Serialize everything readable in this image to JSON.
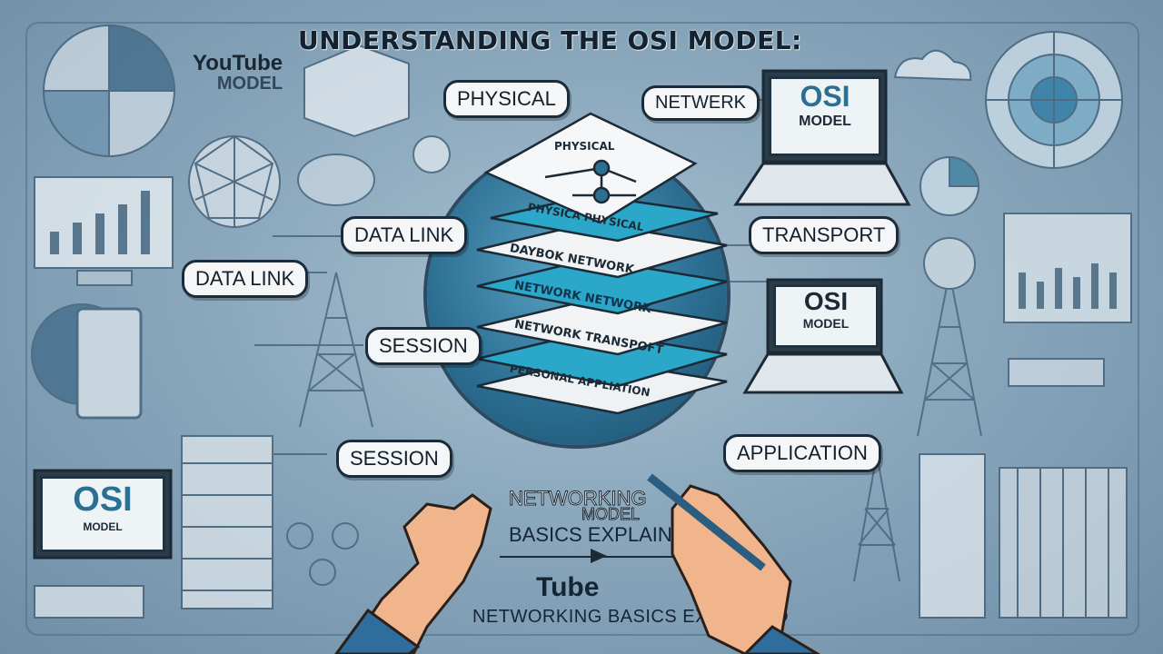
{
  "title": "UNDERSTANDING THE OSI MODEL:",
  "youtube_tag": {
    "line1": "YouTube",
    "line2": "MODEL"
  },
  "labels": {
    "physical_pill": "PHYSICAL",
    "network_pill": "NETWERK",
    "data_link_pill_1": "DATA LINK",
    "data_link_pill_2": "DATA LINK",
    "transport_pill": "TRANSPORT",
    "session_pill_1": "SESSION",
    "session_pill_2": "SESSION",
    "application_pill": "APPLICATION"
  },
  "stack_layers": [
    {
      "text": "PHYSICAL"
    },
    {
      "text": "PHYSICA  PHYSICAL"
    },
    {
      "text": "DAYBOK  NETWORK"
    },
    {
      "text": "NETWORK  NETWORK"
    },
    {
      "text": "NETWORK  TRANSPOFT"
    },
    {
      "text": "PERSONAL  APPLIATION"
    }
  ],
  "osi_cards": {
    "laptop_top": {
      "line1": "OSI",
      "line2": "MODEL"
    },
    "laptop_mid": {
      "line1": "OSI",
      "line2": "MODEL"
    },
    "monitor_left": {
      "line1": "OSI",
      "line2": "MODEL"
    }
  },
  "bottom": {
    "networking_model": "NETWORKING",
    "model": "MODEL",
    "basics": "BASICS EXPLAINED",
    "tube": "Tube",
    "footer": "NETWORKING BASICS EXPLAINED"
  },
  "colors": {
    "ink": "#1b2b3a",
    "teal": "#2aa7c9",
    "paper": "#f4f6f7",
    "bg": "#8aa7bc"
  }
}
